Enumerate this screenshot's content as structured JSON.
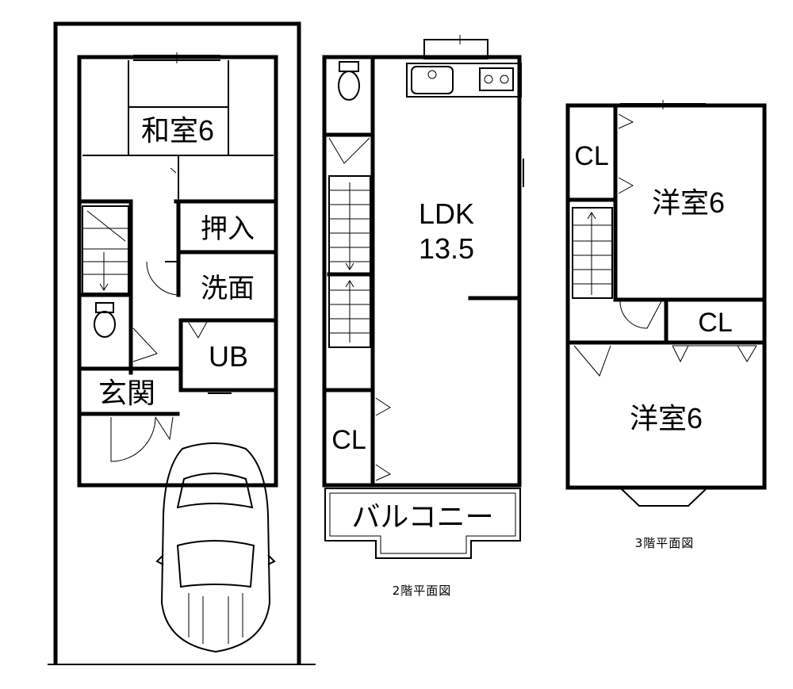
{
  "floor1": {
    "washitsu": "和室6",
    "oshiire": "押入",
    "senmen": "洗面",
    "ub": "UB",
    "genkan": "玄関"
  },
  "floor2": {
    "ldk": "LDK",
    "ldk_size": "13.5",
    "cl": "CL",
    "balcony": "バルコニー",
    "caption": "2階平面図"
  },
  "floor3": {
    "cl_upper": "CL",
    "youshitsu_upper": "洋室6",
    "cl_lower": "CL",
    "youshitsu_lower": "洋室6",
    "caption": "3階平面図"
  }
}
